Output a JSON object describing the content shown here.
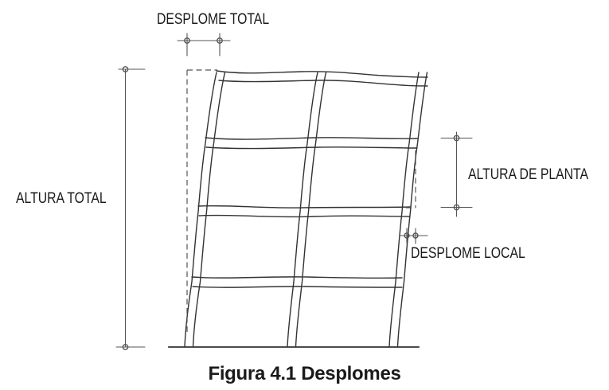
{
  "figure": {
    "caption": "Figura 4.1 Desplomes",
    "labels": {
      "desplome_total": "DESPLOME TOTAL",
      "altura_total": "ALTURA TOTAL",
      "altura_de_planta": "ALTURA DE PLANTA",
      "desplome_local": "DESPLOME LOCAL"
    },
    "diagram": {
      "type": "deformed-building-frame-elevation",
      "stories": 4,
      "bays": 2,
      "lean_direction": "right"
    },
    "colors": {
      "background": "#ffffff",
      "frame_line": "#333333",
      "dimension_line": "#555555",
      "text": "#1a1a1a"
    }
  }
}
